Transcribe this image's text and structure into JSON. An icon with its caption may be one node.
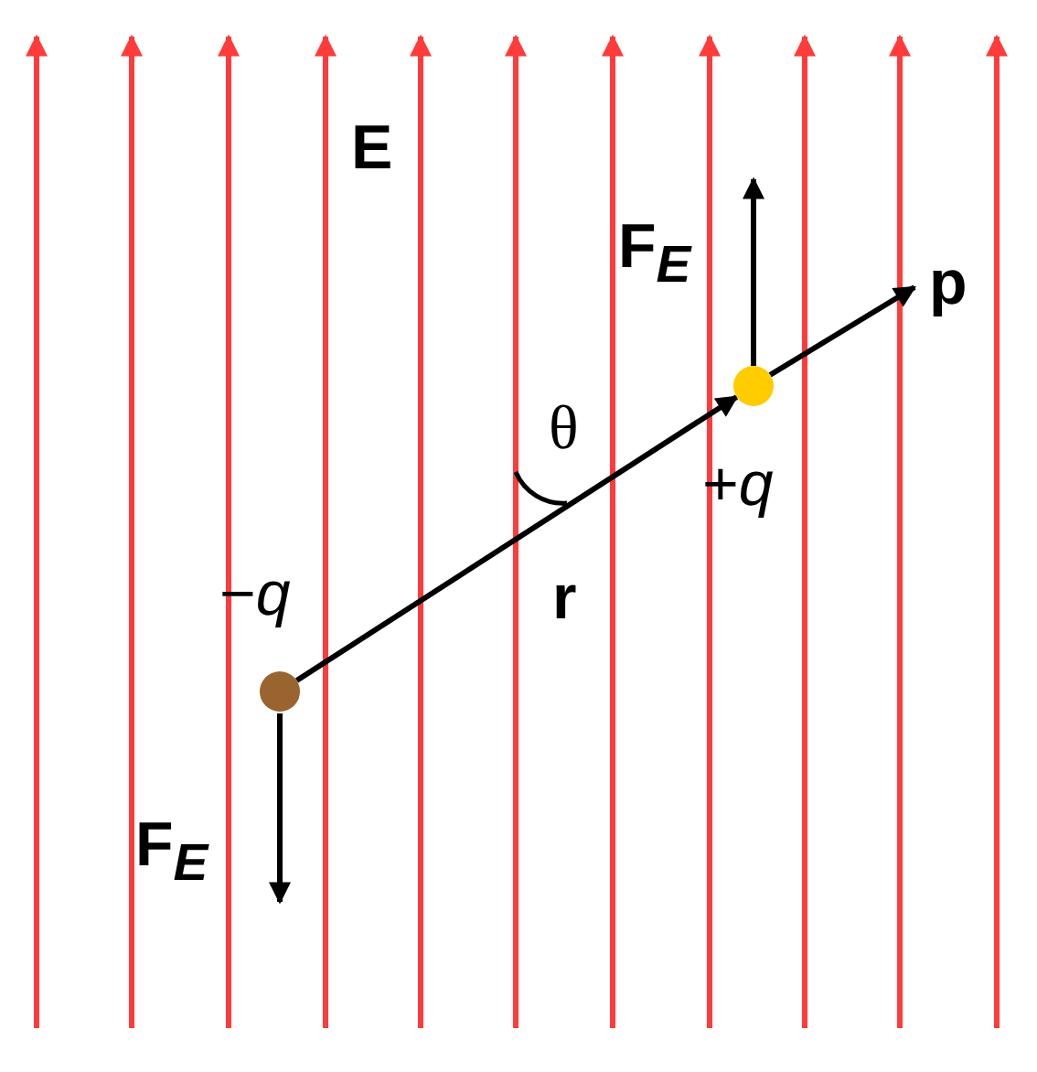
{
  "diagram": {
    "nodes": [
      {
        "text": [],
        "shape": "circle",
        "beside": [
          "−*q*"
        ]
      },
      {
        "text": [],
        "shape": "circle",
        "beside": [
          "+*q*"
        ]
      }
    ],
    "edges": [
      {
        "from": 0,
        "to": 1,
        "arrow": "to",
        "label": "r"
      }
    ],
    "labels": [
      "E",
      "F$_{E}$",
      "θ",
      "p",
      "F$_{E}$"
    ]
  }
}
